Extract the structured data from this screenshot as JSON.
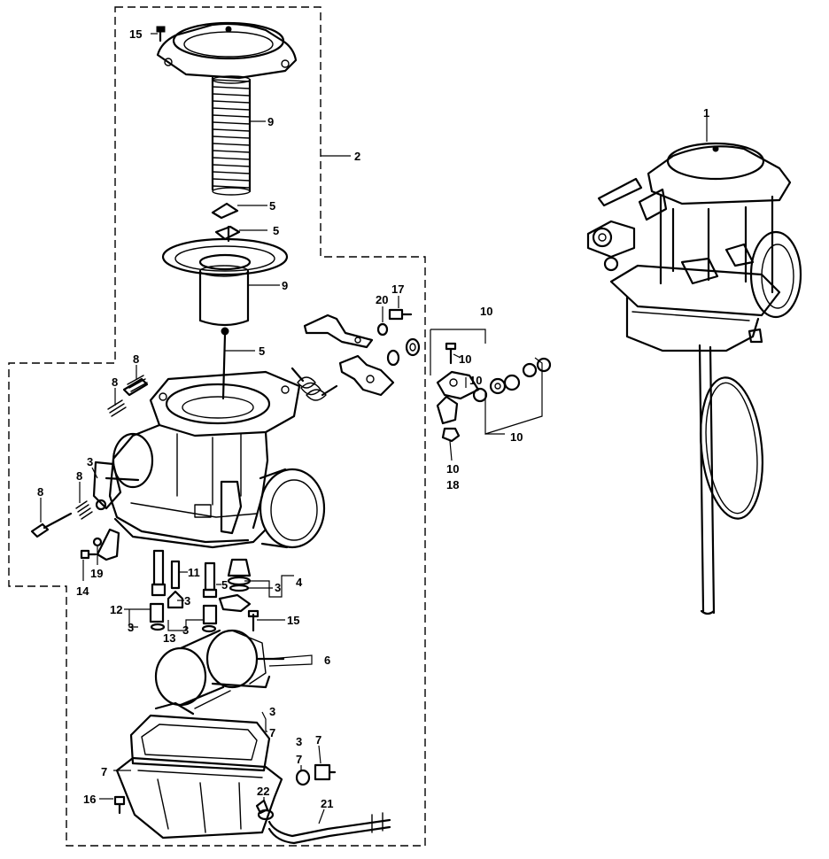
{
  "callouts": {
    "c1": "1",
    "c2": "2",
    "c3a": "3",
    "c3b": "3",
    "c3c": "3",
    "c3d": "3",
    "c3e": "3",
    "c3f": "3",
    "c3g": "3",
    "c4": "4",
    "c5a": "5",
    "c5b": "5",
    "c5c": "5",
    "c5d": "5",
    "c6": "6",
    "c7a": "7",
    "c7b": "7",
    "c7c": "7",
    "c7d": "7",
    "c8a": "8",
    "c8b": "8",
    "c8c": "8",
    "c8d": "8",
    "c9a": "9",
    "c9b": "9",
    "c10a": "10",
    "c10b": "10",
    "c10c": "10",
    "c10d": "10",
    "c10e": "10",
    "c11": "11",
    "c12": "12",
    "c13": "13",
    "c14": "14",
    "c15a": "15",
    "c15b": "15",
    "c16": "16",
    "c17": "17",
    "c18": "18",
    "c19": "19",
    "c20": "20",
    "c21": "21",
    "c22": "22"
  }
}
